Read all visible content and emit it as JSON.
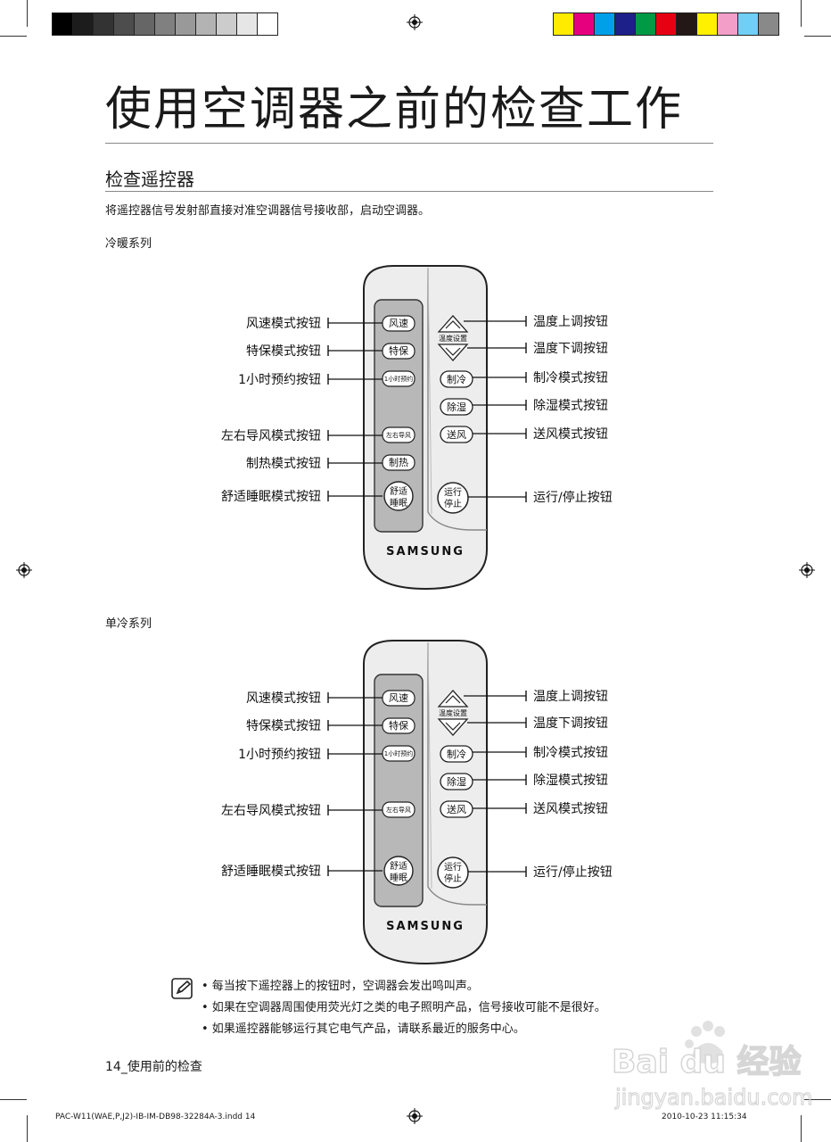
{
  "page": {
    "title": "使用空调器之前的检查工作",
    "section_title": "检查遥控器",
    "intro": "将遥控器信号发射部直接对准空调器信号接收部，启动空调器。",
    "footer": "14_使用前的检查",
    "slug_left": "PAC-W11(WAE,P,J2)-IB-IM-DB98-32284A-3.indd   14",
    "slug_right": "2010-10-23   11:15:34"
  },
  "colors": {
    "gray_bar": [
      "#000000",
      "#1c1c1c",
      "#333333",
      "#4d4d4d",
      "#666666",
      "#808080",
      "#999999",
      "#b3b3b3",
      "#cccccc",
      "#e6e6e6",
      "#ffffff"
    ],
    "color_bar": [
      "#ffeb00",
      "#e6007e",
      "#00a0e9",
      "#1d2088",
      "#009944",
      "#e60012",
      "#231815",
      "#fff100",
      "#f29ec8",
      "#6fcff6",
      "#898989"
    ]
  },
  "remotes": [
    {
      "series": "冷暖系列",
      "left_labels": [
        "风速模式按钮",
        "特保模式按钮",
        "1小时预约按钮",
        "左右导风模式按钮",
        "制热模式按钮",
        "舒适睡眠模式按钮"
      ],
      "right_labels": [
        "温度上调按钮",
        "温度下调按钮",
        "制冷模式按钮",
        "除湿模式按钮",
        "送风模式按钮",
        "运行/停止按钮"
      ],
      "left_buttons": [
        "风速",
        "特保",
        "1小时预约",
        "左右导风",
        "制热"
      ],
      "sleep_button": [
        "舒适",
        "睡眠"
      ],
      "temp_label": "温度设置",
      "right_buttons": [
        "制冷",
        "除湿",
        "送风"
      ],
      "power_button": [
        "运行",
        "停止"
      ],
      "brand": "SAMSUNG"
    },
    {
      "series": "单冷系列",
      "left_labels": [
        "风速模式按钮",
        "特保模式按钮",
        "1小时预约按钮",
        "左右导风模式按钮",
        "舒适睡眠模式按钮"
      ],
      "right_labels": [
        "温度上调按钮",
        "温度下调按钮",
        "制冷模式按钮",
        "除湿模式按钮",
        "送风模式按钮",
        "运行/停止按钮"
      ],
      "left_buttons": [
        "风速",
        "特保",
        "1小时预约",
        "左右导风"
      ],
      "sleep_button": [
        "舒适",
        "睡眠"
      ],
      "temp_label": "温度设置",
      "right_buttons": [
        "制冷",
        "除湿",
        "送风"
      ],
      "power_button": [
        "运行",
        "停止"
      ],
      "brand": "SAMSUNG"
    }
  ],
  "notes": [
    "• 每当按下遥控器上的按钮时，空调器会发出鸣叫声。",
    "• 如果在空调器周围使用荧光灯之类的电子照明产品，信号接收可能不是很好。",
    "• 如果遥控器能够运行其它电气产品，请联系最近的服务中心。"
  ],
  "watermark": {
    "logo": "Bai du 经验",
    "url": "jingyan.baidu.com"
  }
}
